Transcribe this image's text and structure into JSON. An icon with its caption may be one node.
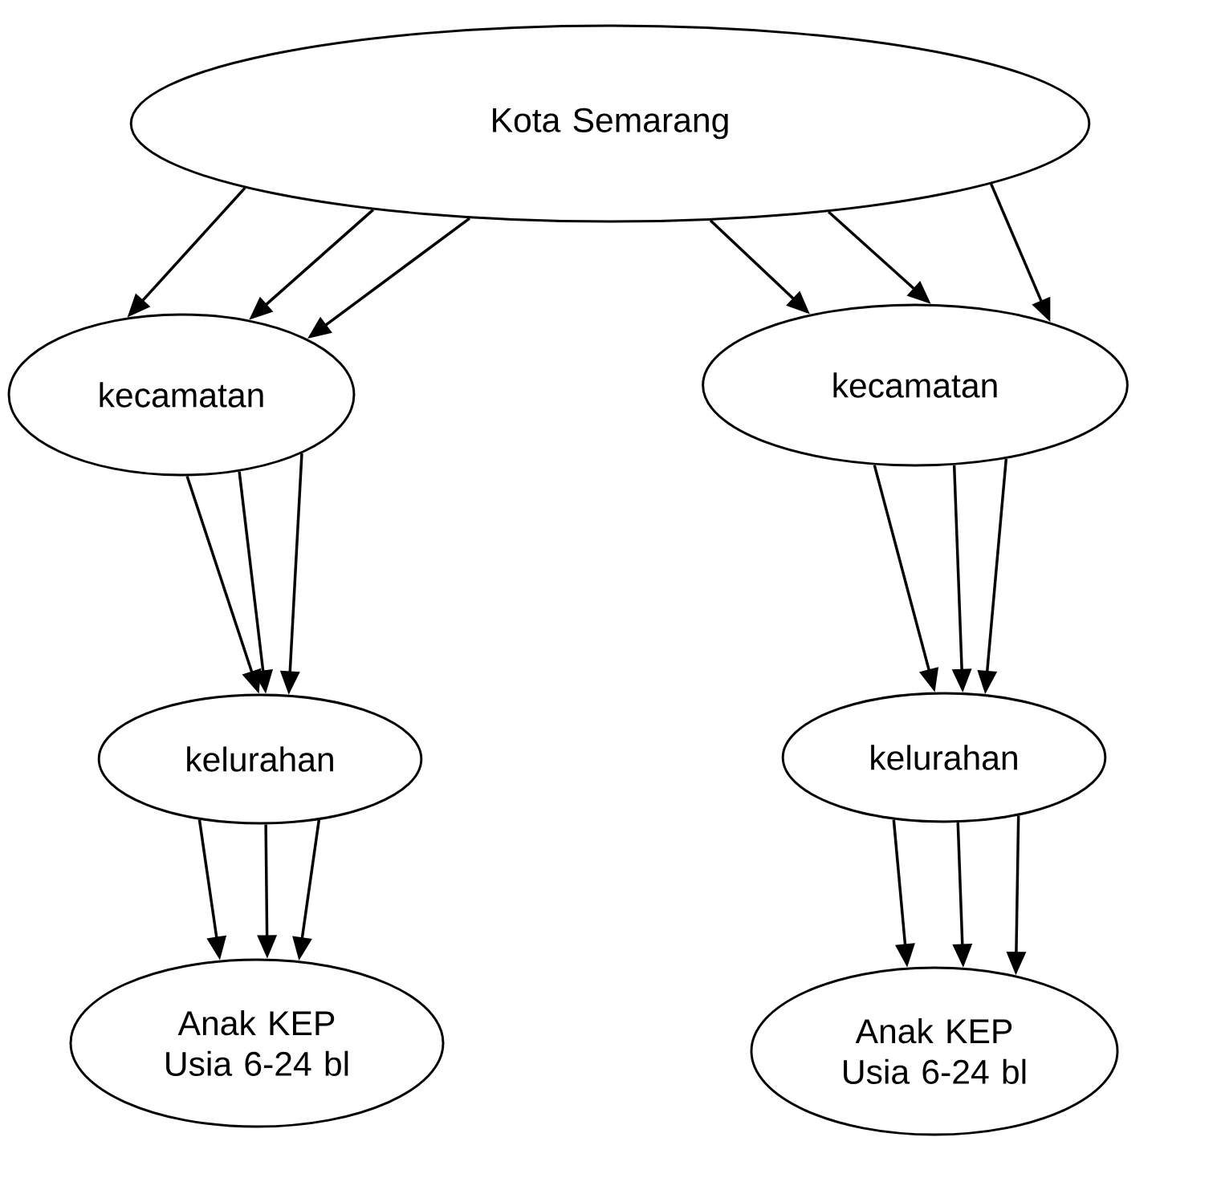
{
  "diagram": {
    "nodes": [
      {
        "text": [
          "Kota Semarang"
        ]
      },
      {
        "text": [
          "kecamatan"
        ]
      },
      {
        "text": [
          "kecamatan"
        ]
      },
      {
        "text": [
          "kelurahan"
        ]
      },
      {
        "text": [
          "kelurahan"
        ]
      },
      {
        "text": [
          "Anak KEP Usia 6-24 bl"
        ]
      },
      {
        "text": [
          "Anak KEP Usia 6-24 bl"
        ]
      }
    ],
    "edges": [
      {
        "from": 0,
        "to": 1,
        "arrow": "to"
      },
      {
        "from": 0,
        "to": 1,
        "arrow": "to"
      },
      {
        "from": 0,
        "to": 1,
        "arrow": "to"
      },
      {
        "from": 0,
        "to": 2,
        "arrow": "to"
      },
      {
        "from": 0,
        "to": 2,
        "arrow": "to"
      },
      {
        "from": 0,
        "to": 2,
        "arrow": "to"
      },
      {
        "from": 1,
        "to": 3,
        "arrow": "to"
      },
      {
        "from": 1,
        "to": 3,
        "arrow": "to"
      },
      {
        "from": 1,
        "to": 3,
        "arrow": "to"
      },
      {
        "from": 2,
        "to": 4,
        "arrow": "to"
      },
      {
        "from": 2,
        "to": 4,
        "arrow": "to"
      },
      {
        "from": 2,
        "to": 4,
        "arrow": "to"
      },
      {
        "from": 3,
        "to": 5,
        "arrow": "to"
      },
      {
        "from": 3,
        "to": 5,
        "arrow": "to"
      },
      {
        "from": 3,
        "to": 5,
        "arrow": "to"
      },
      {
        "from": 4,
        "to": 6,
        "arrow": "to"
      },
      {
        "from": 4,
        "to": 6,
        "arrow": "to"
      },
      {
        "from": 4,
        "to": 6,
        "arrow": "to"
      }
    ]
  }
}
